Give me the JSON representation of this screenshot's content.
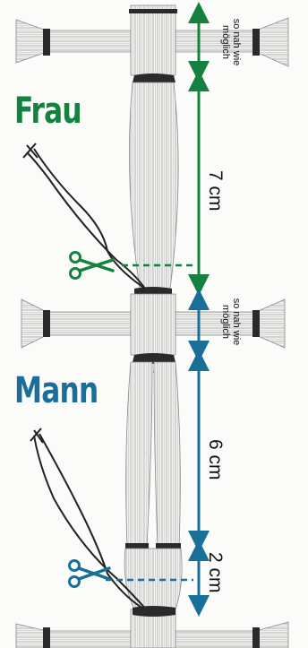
{
  "labels": {
    "woman": "Frau",
    "man": "Mann"
  },
  "measurements": {
    "top_gap": "so nah wie möglich",
    "woman_length": "7 cm",
    "middle_gap": "so nah wie möglich",
    "man_length": "6 cm",
    "man_bottom_length": "2 cm"
  },
  "colors": {
    "woman": "#14813f",
    "man": "#1a6f98",
    "thread": "#222222",
    "yarn": "#9a9a9a"
  },
  "icons": {
    "cut": "scissors-icon"
  }
}
